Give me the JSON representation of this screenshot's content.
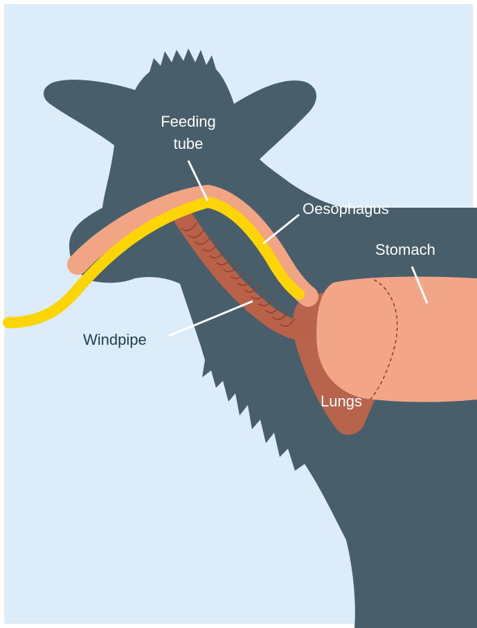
{
  "colors": {
    "background": "#dcecf8",
    "border": "#ffffff",
    "cow": "#485e6a",
    "oesophagus": "#f2a585",
    "feeding_tube": "#fdd404",
    "windpipe": "#ba6249",
    "windpipe_rings": "#8d4230",
    "lungs": "#b8644c",
    "stomach": "#f3a588",
    "leader_line": "#ffffff",
    "label_light": "#ffffff",
    "label_dark": "#1f3e4c"
  },
  "labels": {
    "feeding_tube_line1": "Feeding",
    "feeding_tube_line2": "tube",
    "oesophagus": "Oesophagus",
    "stomach": "Stomach",
    "windpipe": "Windpipe",
    "lungs": "Lungs"
  },
  "icons": {
    "cow": "cow-silhouette-icon"
  }
}
